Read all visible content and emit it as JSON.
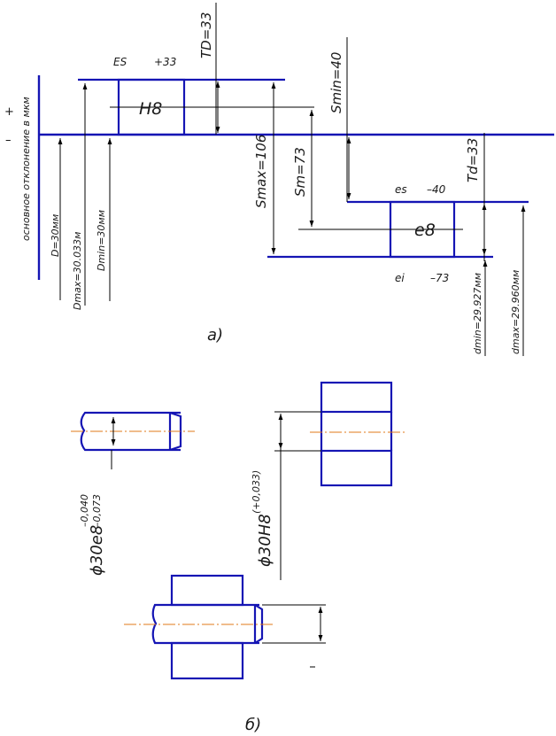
{
  "colors": {
    "outline": "#1515b4",
    "centerline": "#e07818",
    "text": "#1a1a1a"
  },
  "part_a": {
    "label": "а)",
    "axis_plus": "+",
    "axis_minus": "–",
    "axis_caption": "основное отклонение в мкм",
    "hole": {
      "name": "H8",
      "es_label": "ES",
      "es_value": "+33",
      "tolerance": "TD=33",
      "D": "D=30мм",
      "Dmax": "Dmax=30.033м",
      "Dmin": "Dmin=30мм"
    },
    "shaft": {
      "name": "e8",
      "es_label": "es",
      "es_value": "–40",
      "ei_label": "ei",
      "ei_value": "–73",
      "tolerance": "Td=33",
      "dmax": "dmax=29.960мм",
      "dmin": "dmin=29.927мм"
    },
    "clearances": {
      "Smax": "Smax=106",
      "Sm": "Sm=73",
      "Smin": "Smin=40"
    }
  },
  "part_b": {
    "label": "б)",
    "shaft_dimension": "ϕ30e8",
    "shaft_upper": "–0,040",
    "shaft_lower": "–0,073",
    "hole_dimension": "ϕ30H8",
    "hole_upper": "(+0,033)"
  }
}
